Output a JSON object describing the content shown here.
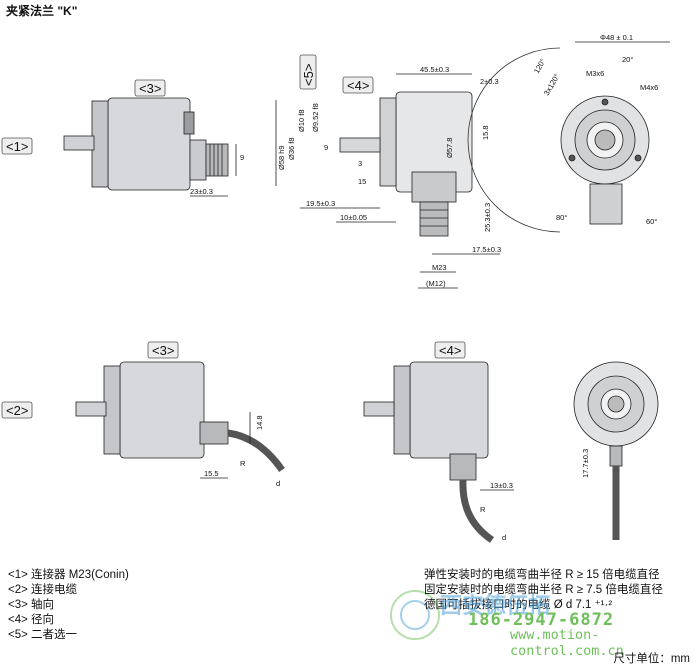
{
  "title": "夹紧法兰 \"K\"",
  "tags": {
    "t1": "<1>",
    "t2": "<2>",
    "t3": "<3>",
    "t4": "<4>",
    "t5": "<5>"
  },
  "dims": {
    "phi48": "Φ48 ± 0.1",
    "a20": "20°",
    "a120": "120°",
    "a3x120": "3x120°",
    "m3x6": "M3x6",
    "m4x6": "M4x6",
    "a80": "80°",
    "a60": "60°",
    "d455": "45.5±0.3",
    "d2": "2±0.3",
    "phi58": "Ø58 h9",
    "phi36": "Ø36 f8",
    "phi10": "Ø10 f8",
    "phi952": "Ø9.52 f8",
    "d9": "9",
    "d3": "3",
    "d15": "15",
    "d195": "19.5±0.3",
    "d10": "10±0.05",
    "d23": "23±0.3",
    "phi578": "Ø57.8",
    "d158": "15.8",
    "d253": "25.3±0.3",
    "d175": "17.5±0.3",
    "m23": "M23",
    "m12": "(M12)",
    "d148": "14.8",
    "d155": "15.5",
    "R": "R",
    "d": "d",
    "d13": "13±0.3",
    "d177": "17.7±0.3"
  },
  "legend": [
    "<1> 连接器 M23(Conin)",
    "<2> 连接电缆",
    "<3> 轴向",
    "<4> 径向",
    "<5> 二者选一"
  ],
  "notes": [
    "弹性安装时的电缆弯曲半径 R ≥ 15 倍电缆直径",
    "固定安装时的电缆弯曲半径 R ≥ 7.5 倍电缆直径",
    "德国可插拔接口时的电缆 Ø d   7.1 ⁺¹·²"
  ],
  "unit": "尺寸单位：mm",
  "watermark": {
    "company": "西安德伍拓",
    "phone": "186-2947-6872",
    "url": "www.motion-control.com.cn"
  }
}
